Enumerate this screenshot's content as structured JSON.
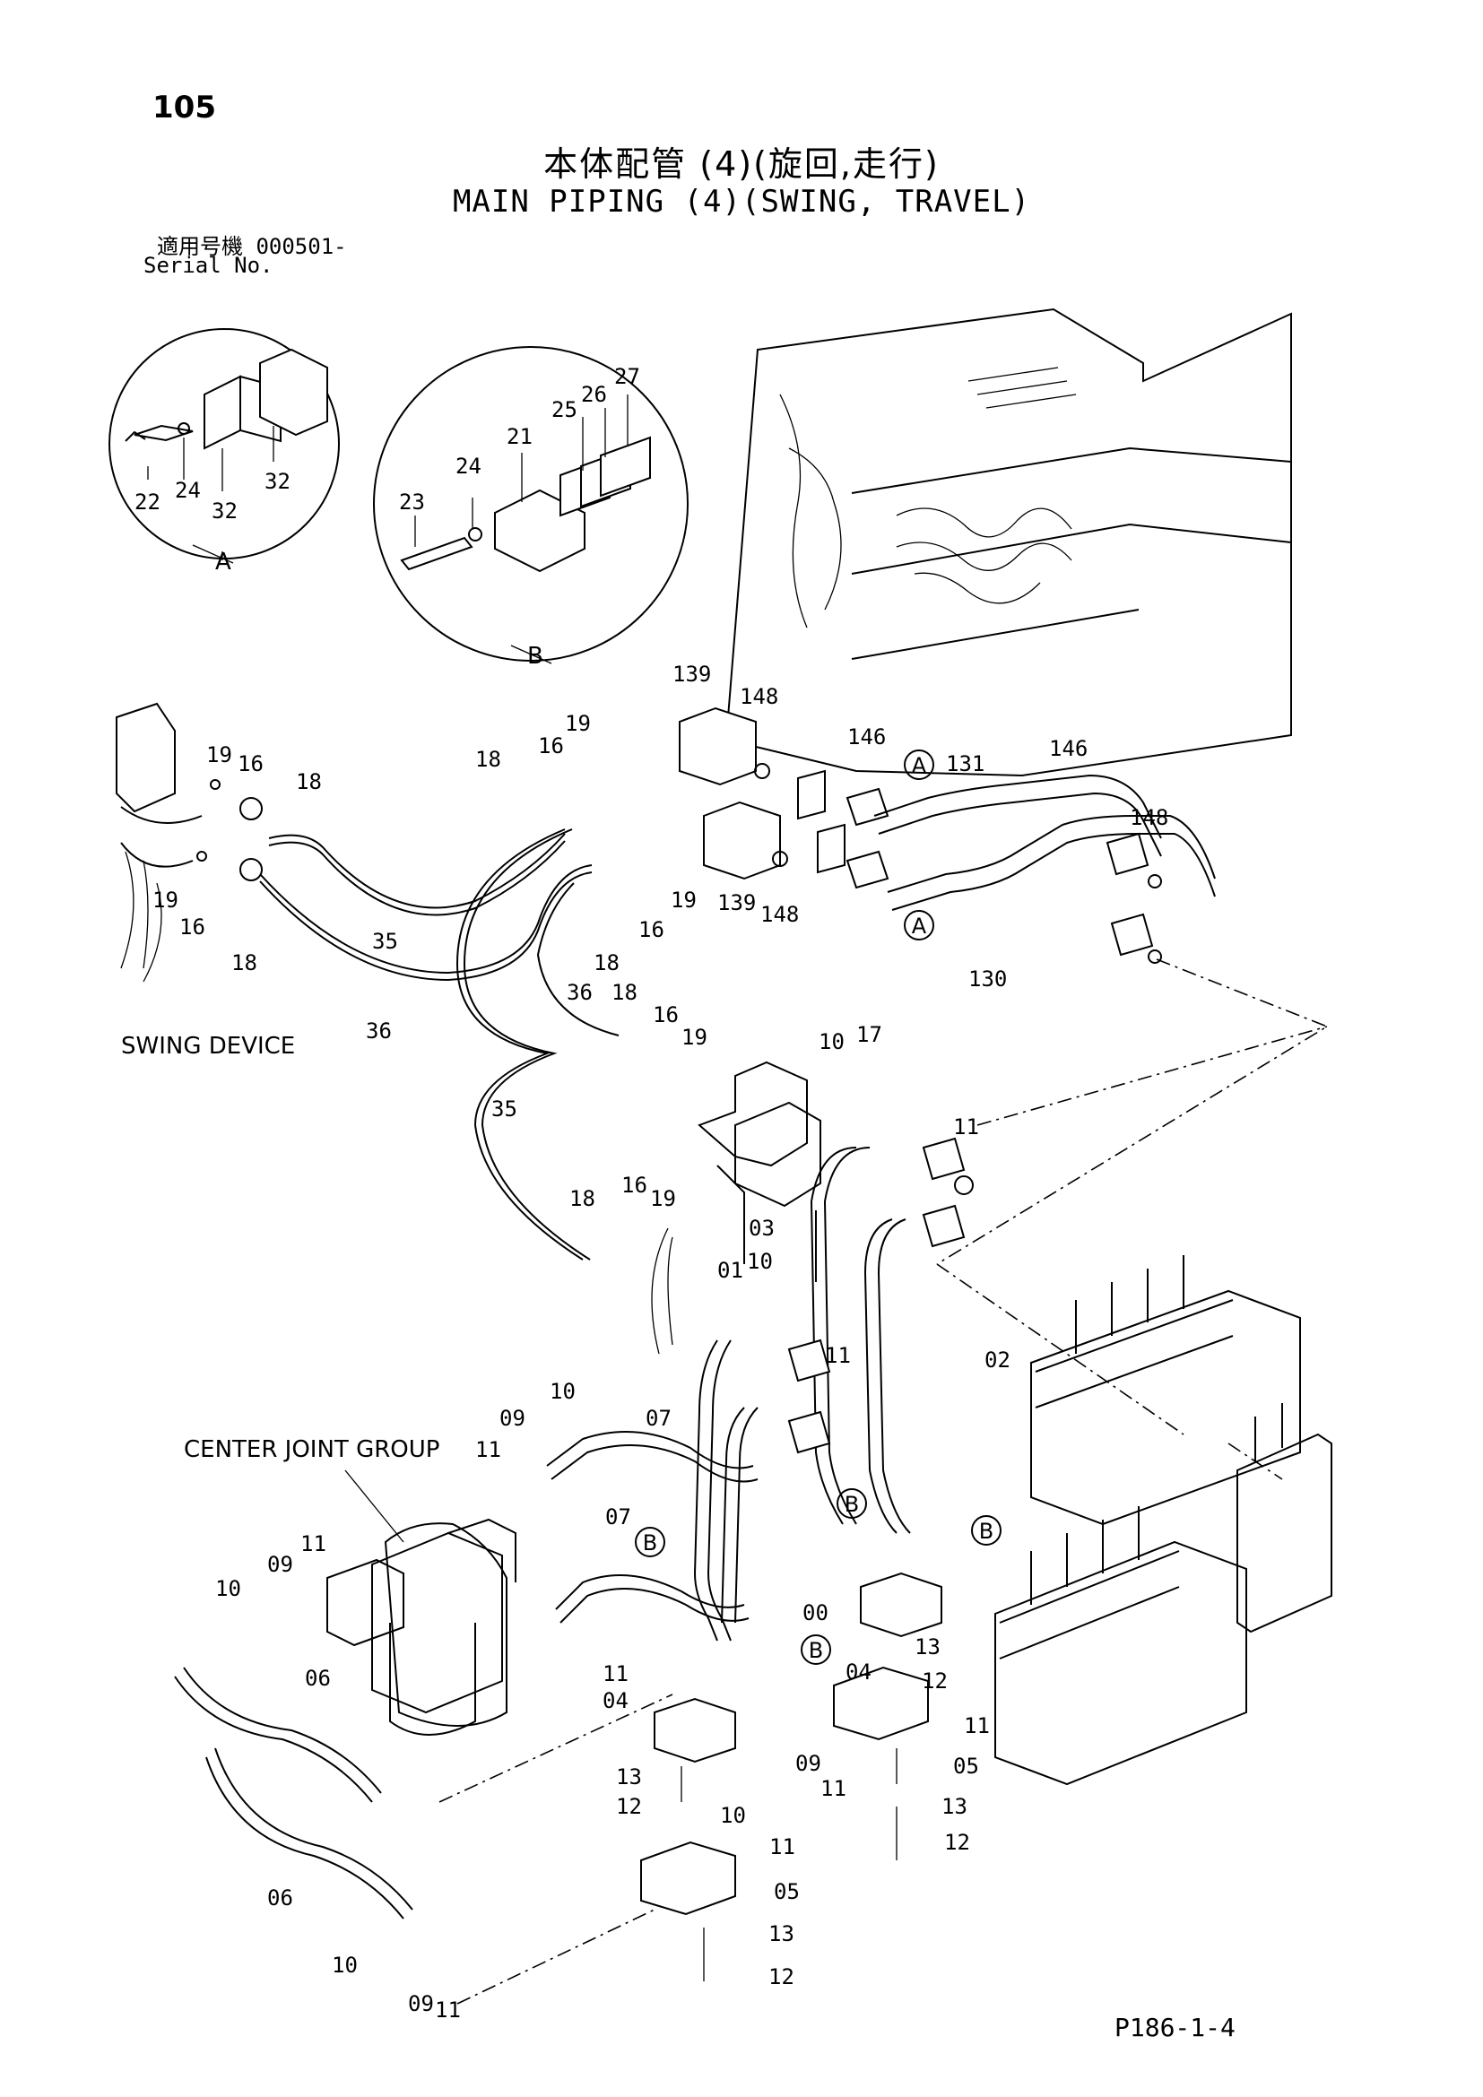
{
  "page_number": "105",
  "title_jp": "本体配管 (4)(旋回,走行)",
  "title_en": "MAIN PIPING (4)(SWING, TRAVEL)",
  "serial": {
    "jp": "適用号機 000501-",
    "en": "Serial No."
  },
  "page_code": "P186-1-4",
  "detail_views": [
    "A",
    "B"
  ],
  "component_labels": {
    "swing_device": "SWING DEVICE",
    "center_joint_group": "CENTER JOINT GROUP"
  },
  "part_numbers": {
    "detail_a": [
      "22",
      "24",
      "32",
      "32"
    ],
    "detail_b": [
      "23",
      "24",
      "21",
      "25",
      "26",
      "27"
    ],
    "swing": [
      "139",
      "148",
      "146",
      "131",
      "146",
      "148",
      "19",
      "16",
      "18",
      "18",
      "16",
      "19",
      "19",
      "16",
      "18",
      "35",
      "36",
      "19",
      "139",
      "148",
      "16",
      "18",
      "130",
      "17",
      "36",
      "18",
      "16",
      "19",
      "35",
      "16",
      "18",
      "19"
    ],
    "travel": [
      "10",
      "11",
      "03",
      "01",
      "10",
      "02",
      "11",
      "10",
      "09",
      "11",
      "07",
      "07",
      "00",
      "09",
      "11",
      "10",
      "06",
      "04",
      "11",
      "13",
      "12",
      "10",
      "09",
      "11",
      "11",
      "05",
      "13",
      "12",
      "04",
      "13",
      "12",
      "11",
      "05",
      "13",
      "12",
      "06",
      "10",
      "09",
      "11"
    ]
  }
}
